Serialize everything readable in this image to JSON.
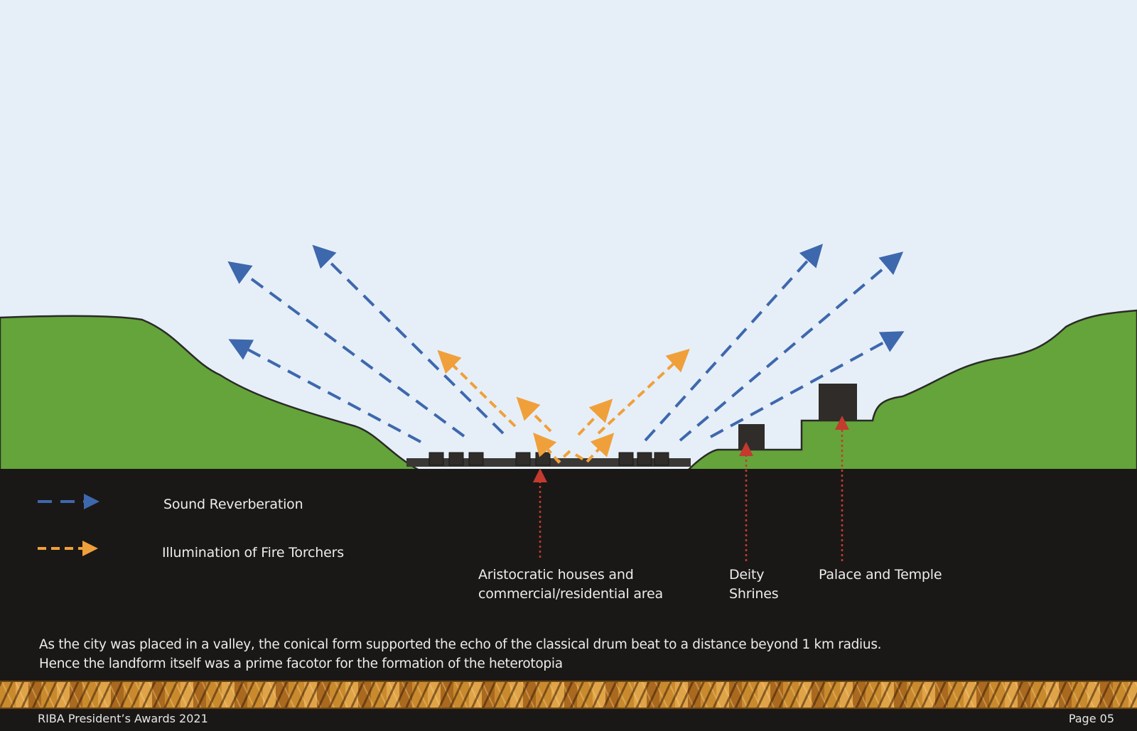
{
  "colors": {
    "sky": "#e6eff8",
    "hills": "#64a43a",
    "ground": "#1a1816",
    "sound_arrow": "#3e68ad",
    "light_arrow": "#f0a03a",
    "pointer": "#c43a2e"
  },
  "legend": {
    "sound_label": "Sound Reverberation",
    "light_label": "Illumination of Fire Torchers"
  },
  "callouts": {
    "houses_line1": "Aristocratic houses and",
    "houses_line2": "commercial/residential area",
    "shrines_line1": "Deity",
    "shrines_line2": "Shrines",
    "palace": "Palace and Temple"
  },
  "caption": {
    "line1": "As the city was placed in a valley, the conical form supported the echo of the classical drum beat to a distance beyond 1 km radius.",
    "line2": "Hence the landform itself was a prime facotor for the formation of the heterotopia"
  },
  "footer": {
    "left": "RIBA President’s Awards 2021",
    "right": "Page 05"
  }
}
